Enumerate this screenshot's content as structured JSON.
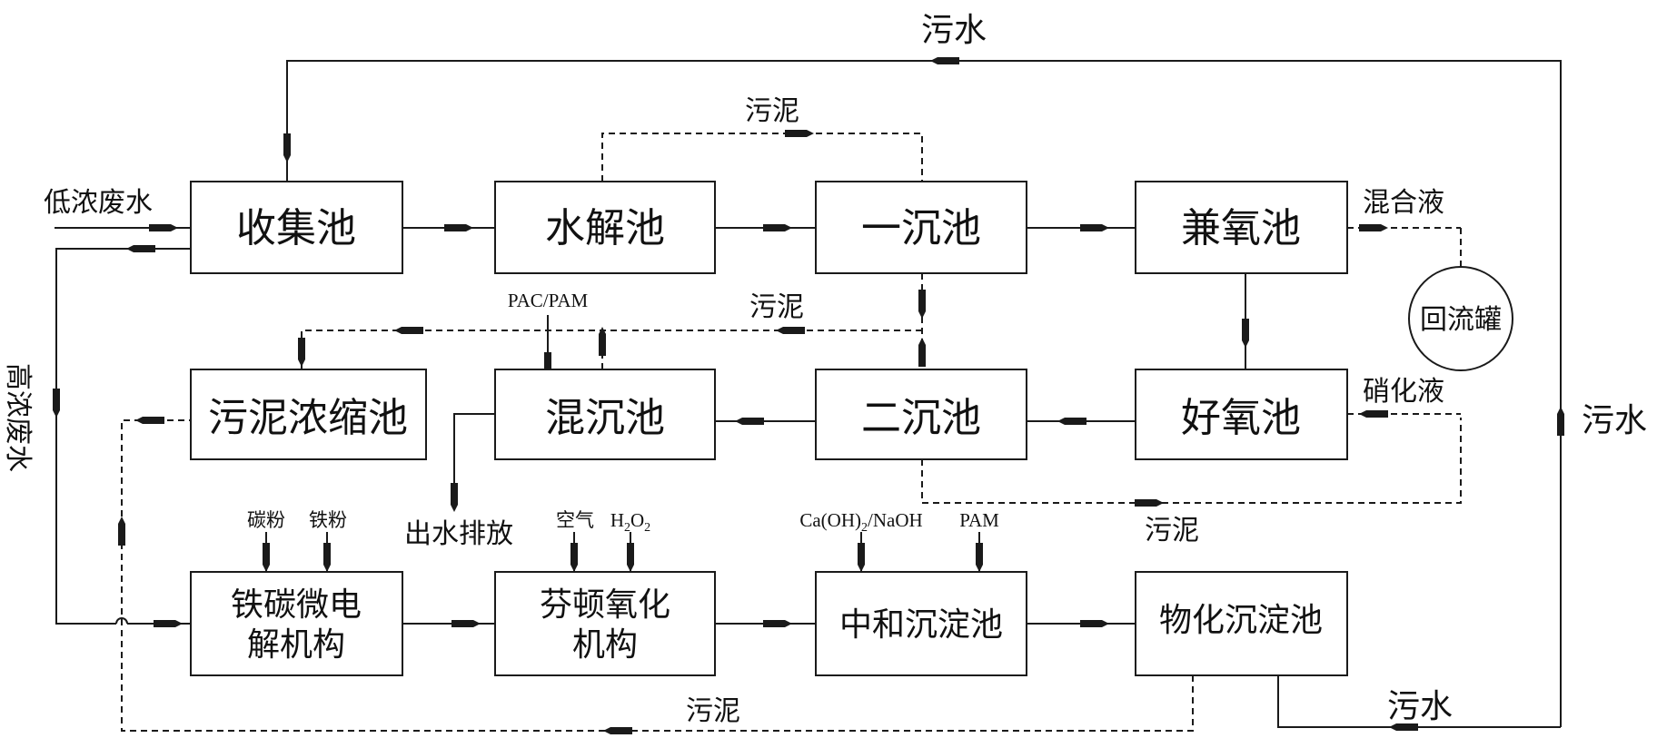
{
  "boxes": {
    "collect": "收集池",
    "hydrolysis": "水解池",
    "primary_sed": "一沉池",
    "anoxic": "兼氧池",
    "aerobic": "好氧池",
    "secondary_sed": "二沉池",
    "coag_sed": "混沉池",
    "sludge_thick": "污泥浓缩池",
    "fe_c_line1": "铁碳微电",
    "fe_c_line2": "解机构",
    "fenton_line1": "芬顿氧化",
    "fenton_line2": "机构",
    "neutral": "中和沉淀池",
    "physchem": "物化沉淀池",
    "reflux": "回流罐"
  },
  "labels": {
    "sewage_top": "污水",
    "sewage_right": "污水",
    "sewage_bottom": "污水",
    "sludge_top": "污泥",
    "sludge_mid": "污泥",
    "sludge_right": "污泥",
    "sludge_bottom": "污泥",
    "low_conc": "低浓废水",
    "high_conc": "高浓废水",
    "mixed_liquor": "混合液",
    "nitrified_liquor": "硝化液",
    "pac_pam": "PAC/PAM",
    "discharge": "出水排放",
    "carbon_powder": "碳粉",
    "iron_powder": "铁粉",
    "air": "空气",
    "h2o2_main": "H",
    "h2o2_sub": "2",
    "h2o2_o": "O",
    "h2o2_sub2": "2",
    "caoh_a": "Ca(OH)",
    "caoh_sub": "2",
    "caoh_b": "/NaOH",
    "pam": "PAM"
  }
}
